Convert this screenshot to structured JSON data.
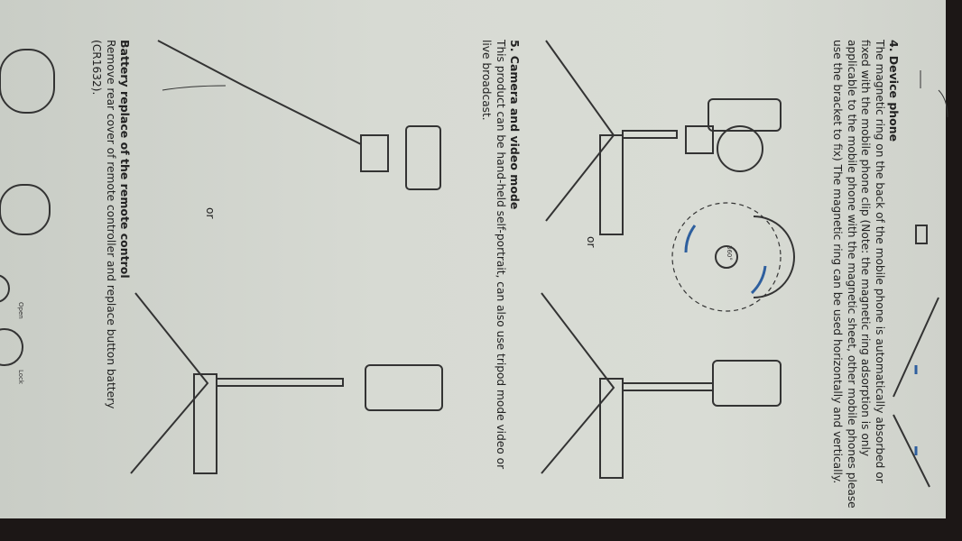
{
  "section4": {
    "heading": "4. Device phone",
    "body": "The magnetic ring on the back of the mobile phone is automatically absorbed or fixed with the mobile phone clip (Note: the magnetic ring adsorption is only applicable to the mobile phone with the magnetic sheet, other mobile phones please use the bracket to fix) The magnetic ring can be used horizontally and vertically.",
    "rotation_label": "360°",
    "or_label": "or"
  },
  "section5": {
    "heading": "5. Camera and video mode",
    "body": "This product can be hand-held self-portrait, can also use tripod mode video or live broadcast.",
    "or_label": "or"
  },
  "battery": {
    "heading": "Battery replace of the remote control",
    "body": "Remove rear cover of remote controller and replace button battery (CR1632).",
    "open_label": "Open",
    "lock_label": "Lock"
  },
  "colors": {
    "paper": "#d7dad3",
    "text": "#222222",
    "accent_arrow": "#2e5f9e"
  }
}
